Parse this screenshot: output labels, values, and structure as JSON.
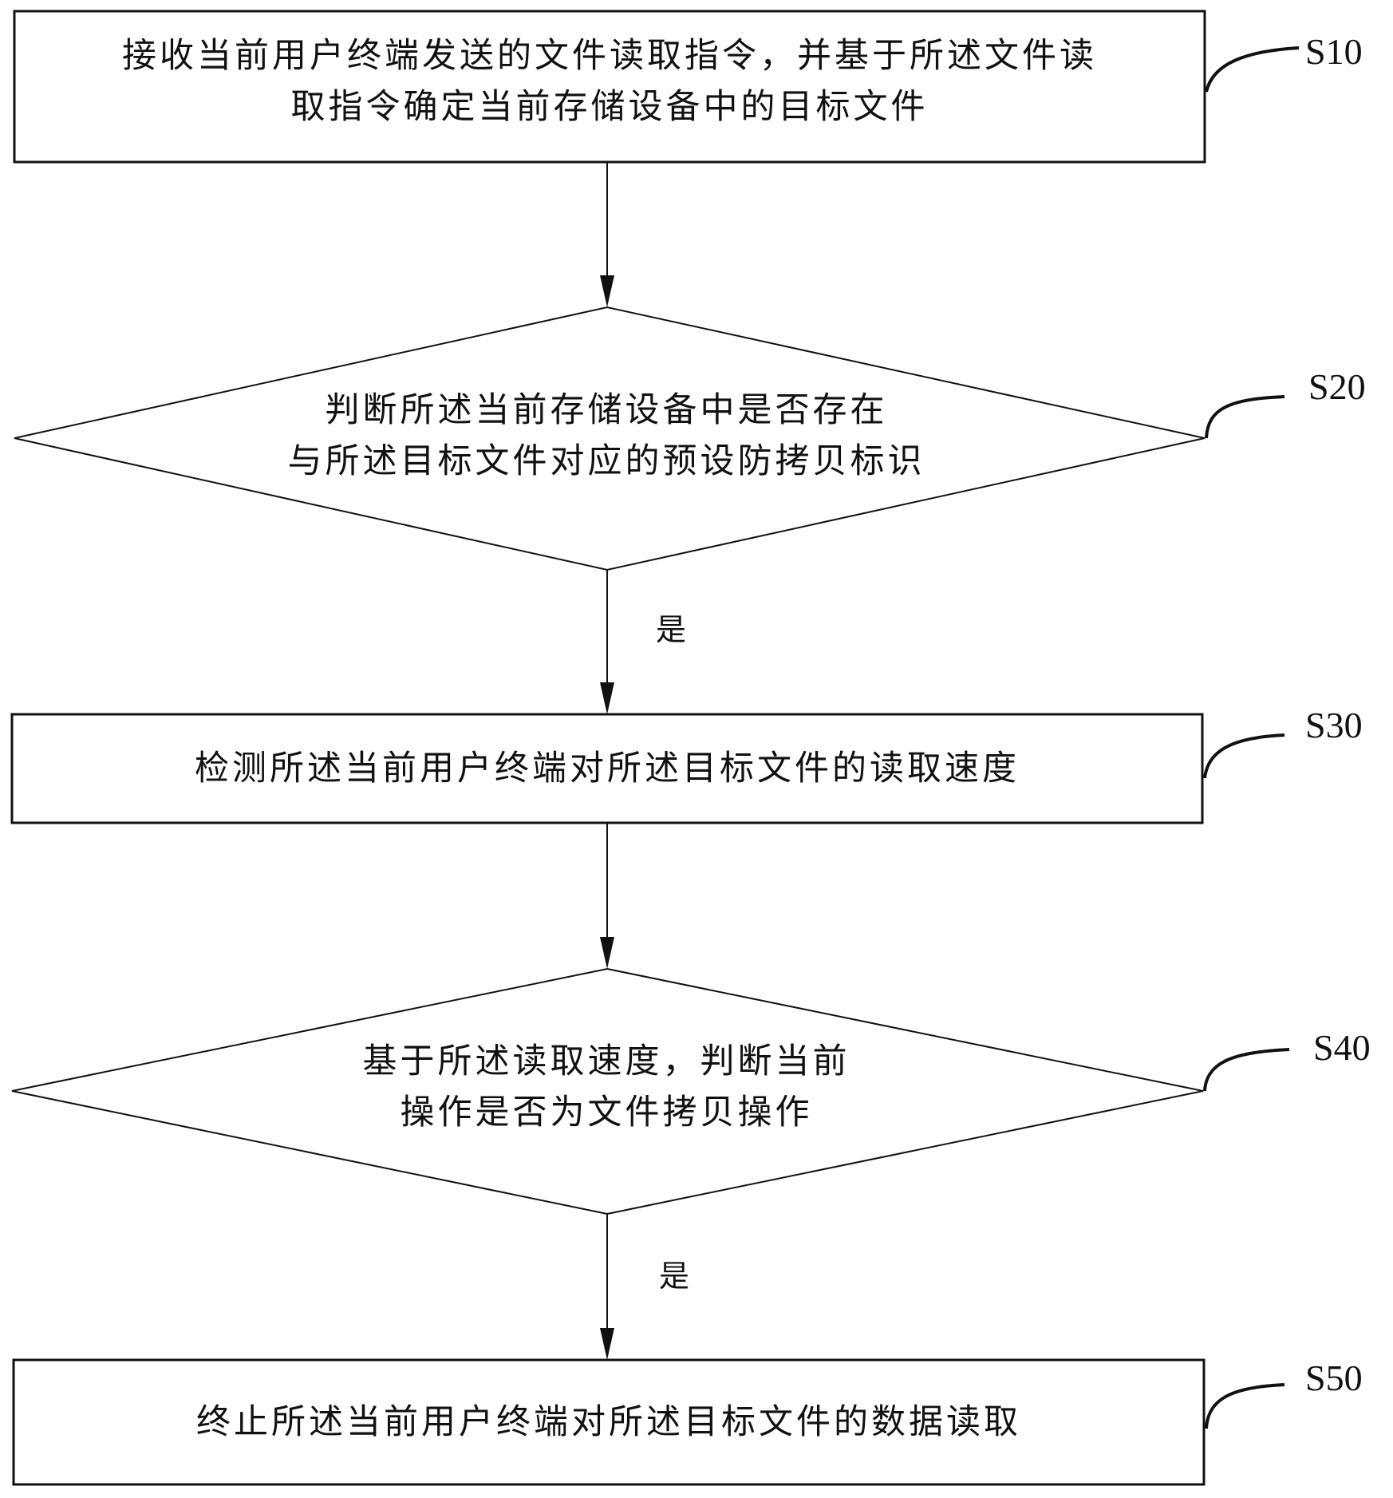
{
  "flowchart": {
    "steps": [
      {
        "id": "S10",
        "type": "process",
        "lines": [
          "接收当前用户终端发送的文件读取指令，并基于所述文件读",
          "取指令确定当前存储设备中的目标文件"
        ]
      },
      {
        "id": "S20",
        "type": "decision",
        "lines": [
          "判断所述当前存储设备中是否存在",
          "与所述目标文件对应的预设防拷贝标识"
        ]
      },
      {
        "id": "S30",
        "type": "process",
        "lines": [
          "检测所述当前用户终端对所述目标文件的读取速度"
        ]
      },
      {
        "id": "S40",
        "type": "decision",
        "lines": [
          "基于所述读取速度，判断当前",
          "操作是否为文件拷贝操作"
        ]
      },
      {
        "id": "S50",
        "type": "process",
        "lines": [
          "终止所述当前用户终端对所述目标文件的数据读取"
        ]
      }
    ],
    "edges": [
      {
        "from": "S10",
        "to": "S20",
        "label": ""
      },
      {
        "from": "S20",
        "to": "S30",
        "label": "是"
      },
      {
        "from": "S30",
        "to": "S40",
        "label": ""
      },
      {
        "from": "S40",
        "to": "S50",
        "label": "是"
      }
    ]
  }
}
